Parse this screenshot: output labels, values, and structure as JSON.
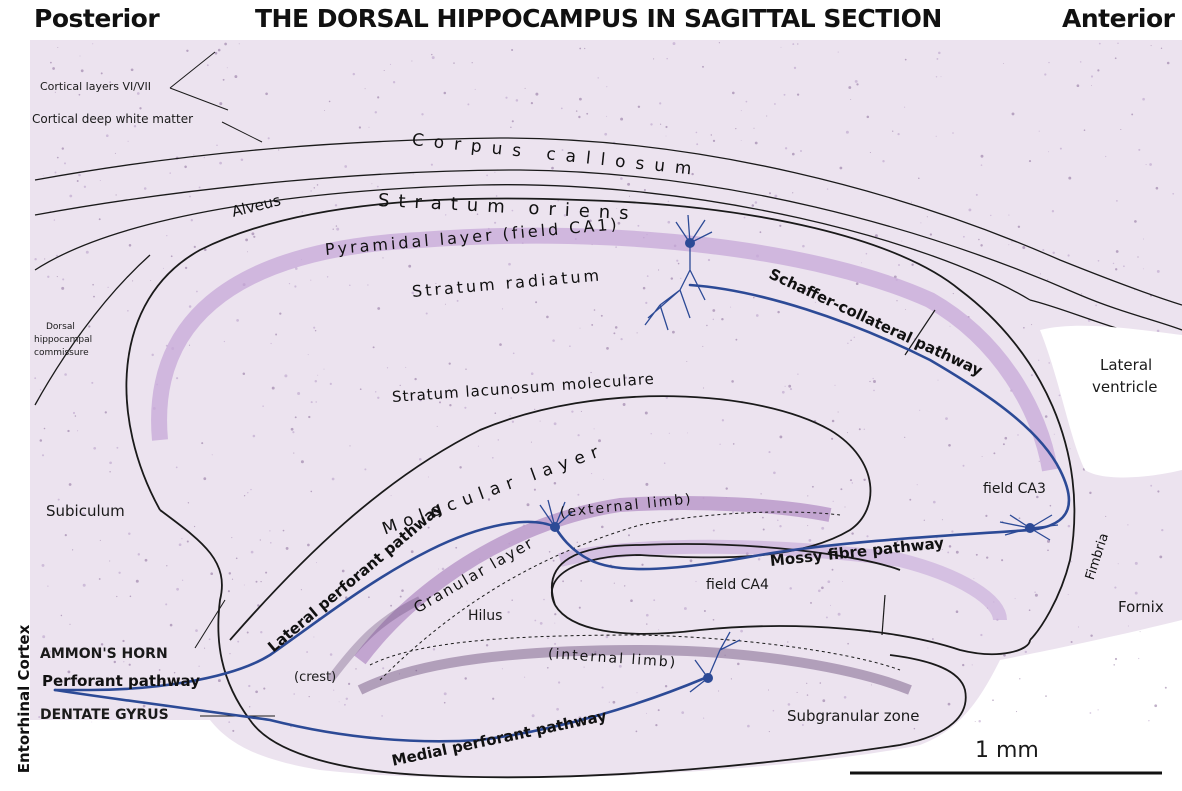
{
  "header": {
    "left": "Posterior",
    "title": "THE DORSAL HIPPOCAMPUS IN SAGITTAL SECTION",
    "right": "Anterior"
  },
  "labels": {
    "cortical_layers": "Cortical layers VI/VII",
    "cortical_deep_white": "Cortical deep white matter",
    "corpus_callosum": "Corpus callosum",
    "alveus": "Alveus",
    "stratum_oriens": "Stratum oriens",
    "pyramidal_layer": "Pyramidal layer (field CA1)",
    "stratum_radiatum": "Stratum radiatum",
    "stratum_lacunosum": "Stratum lacunosum moleculare",
    "dorsal_hippocampal_1": "Dorsal",
    "dorsal_hippocampal_2": "hippocampal",
    "dorsal_hippocampal_3": "commissure",
    "lateral_ventricle_1": "Lateral",
    "lateral_ventricle_2": "ventricle",
    "subiculum": "Subiculum",
    "molecular_layer": "Molecular layer",
    "external_limb": "(external limb)",
    "granular_layer": "Granular layer",
    "hilus": "Hilus",
    "field_ca3": "field CA3",
    "field_ca4": "field CA4",
    "fimbria": "Fimbria",
    "fornix": "Fornix",
    "crest": "(crest)",
    "internal_limb": "(internal limb)",
    "subgranular_zone": "Subgranular zone",
    "ammons_horn": "AMMON'S HORN",
    "dentate_gyrus": "DENTATE GYRUS",
    "entorhinal_cortex": "Entorhinal Cortex",
    "scale_bar": "1 mm"
  },
  "pathways": {
    "schaffer": "Schaffer-collateral pathway",
    "mossy": "Mossy fibre pathway",
    "lateral_perforant": "Lateral perforant pathway",
    "perforant": "Perforant pathway",
    "medial_perforant": "Medial perforant pathway"
  },
  "colors": {
    "tissue": "#ece3ef",
    "outline": "#1a1a1a",
    "pathway": "#2c4a96",
    "cell_band": "#c7a8d8",
    "granule_dark": "#6a4c7a"
  }
}
